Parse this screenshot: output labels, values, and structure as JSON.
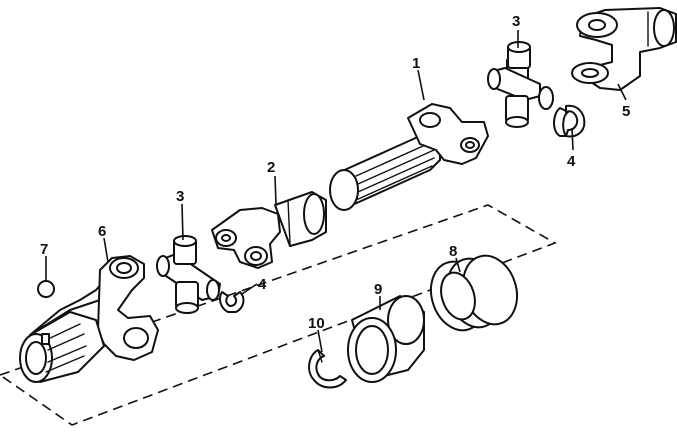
{
  "diagram": {
    "callouts": [
      {
        "id": "c1",
        "label": "1"
      },
      {
        "id": "c2",
        "label": "2"
      },
      {
        "id": "c3a",
        "label": "3"
      },
      {
        "id": "c3b",
        "label": "3"
      },
      {
        "id": "c4a",
        "label": "4"
      },
      {
        "id": "c4b",
        "label": "4"
      },
      {
        "id": "c5",
        "label": "5"
      },
      {
        "id": "c6",
        "label": "6"
      },
      {
        "id": "c7",
        "label": "7"
      },
      {
        "id": "c8",
        "label": "8"
      },
      {
        "id": "c9",
        "label": "9"
      },
      {
        "id": "c10",
        "label": "10"
      }
    ]
  },
  "colors": {
    "line": "#111111",
    "background": "#ffffff"
  }
}
